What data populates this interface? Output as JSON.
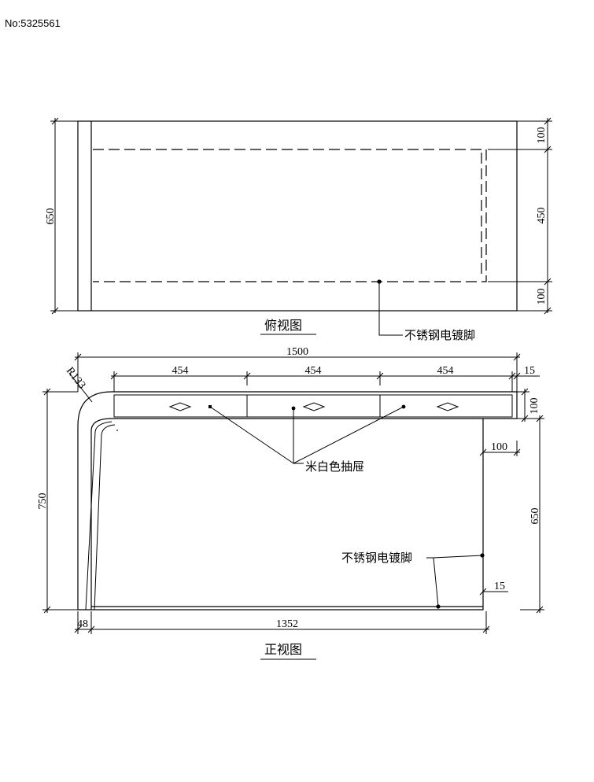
{
  "header": {
    "drawing_number": "No:5325561"
  },
  "top_view": {
    "title": "俯视图",
    "depth_dim": "650",
    "right_dims": [
      "100",
      "450",
      "100"
    ],
    "leader_label": "不锈钢电镀脚"
  },
  "front_view": {
    "title": "正视图",
    "overall_width": "1500",
    "drawer_widths": [
      "454",
      "454",
      "454"
    ],
    "top_offset": "15",
    "radius_label": "R133",
    "drawer_height": "100",
    "leg_offset": "100",
    "right_height": "650",
    "left_height": "750",
    "bottom_left": "48",
    "bottom_width": "1352",
    "bottom_right_offset": "15",
    "drawer_label": "米白色抽屉",
    "leg_label": "不锈钢电镀脚"
  }
}
